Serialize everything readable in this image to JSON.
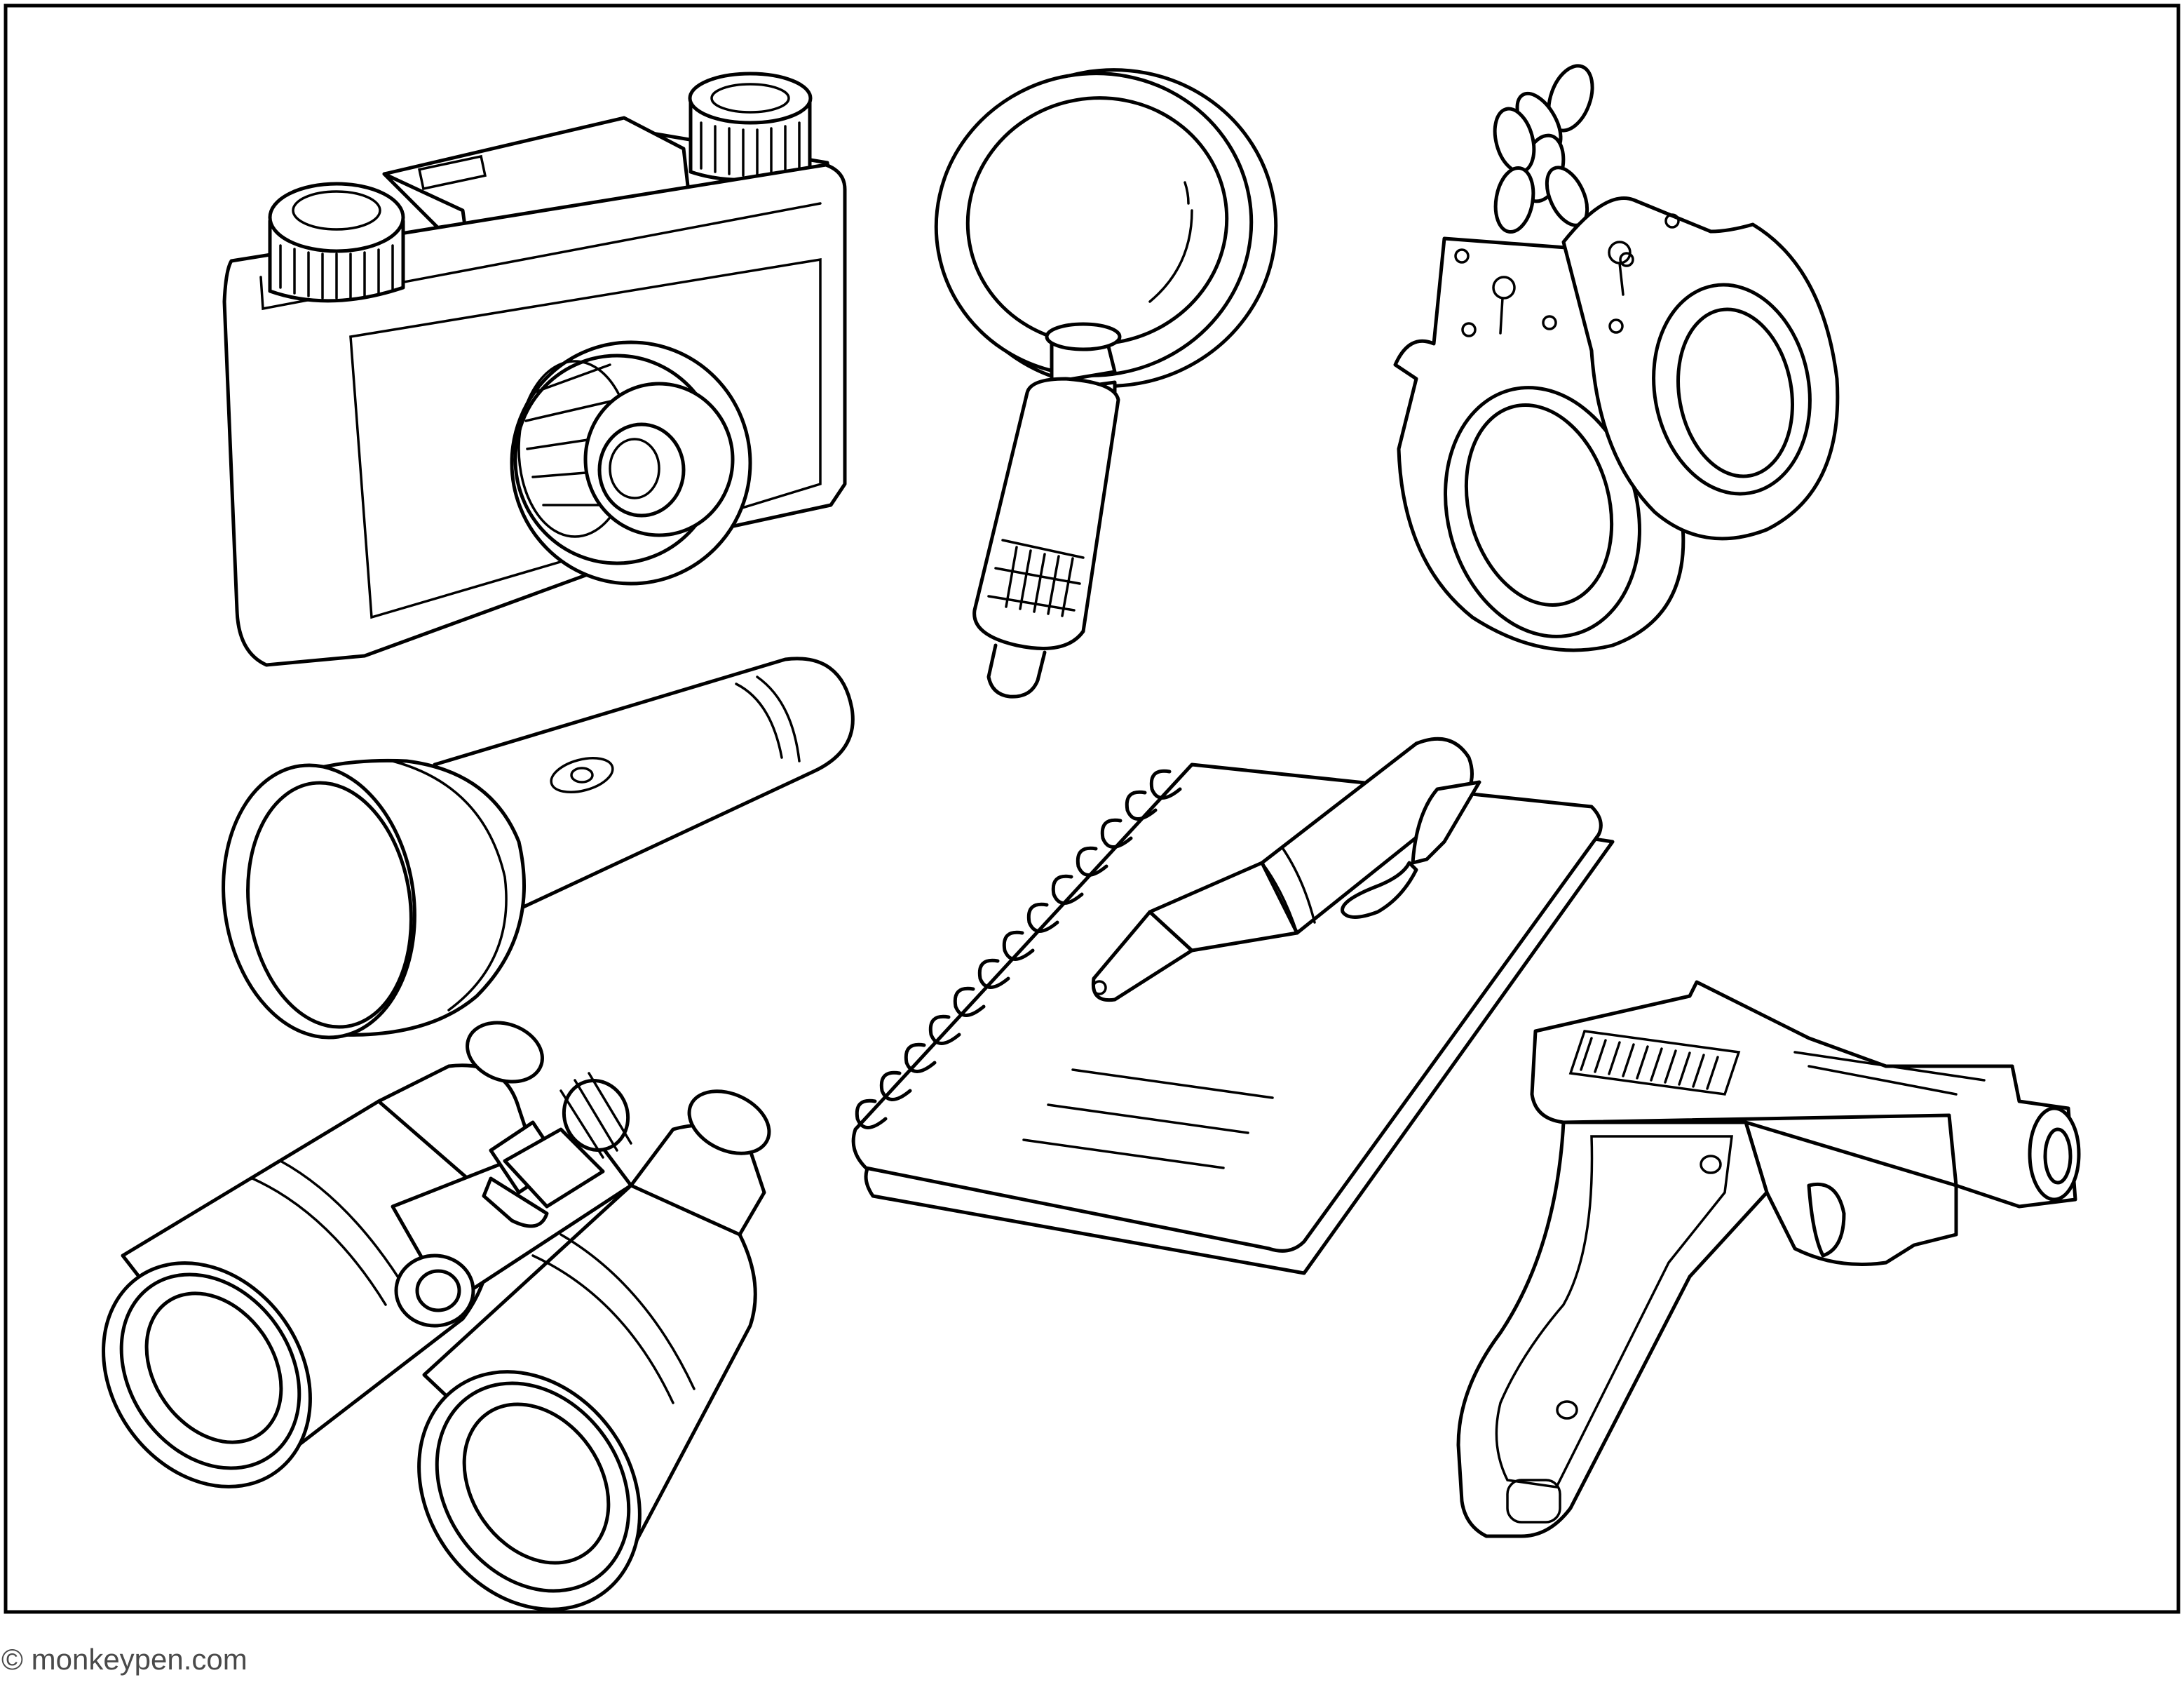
{
  "page": {
    "background_color": "#ffffff",
    "line_color": "#000000",
    "credit_color": "#4a4a4a"
  },
  "credit": {
    "text": "© monkeypen.com"
  },
  "illustrations": [
    {
      "name": "camera",
      "icon": "camera-icon"
    },
    {
      "name": "magnifying-glass",
      "icon": "magnifying-glass-icon"
    },
    {
      "name": "handcuffs",
      "icon": "handcuffs-icon"
    },
    {
      "name": "flashlight",
      "icon": "flashlight-icon"
    },
    {
      "name": "notebook-and-pen",
      "icon": "notebook-icon"
    },
    {
      "name": "binoculars",
      "icon": "binoculars-icon"
    },
    {
      "name": "pistol",
      "icon": "pistol-icon"
    }
  ]
}
